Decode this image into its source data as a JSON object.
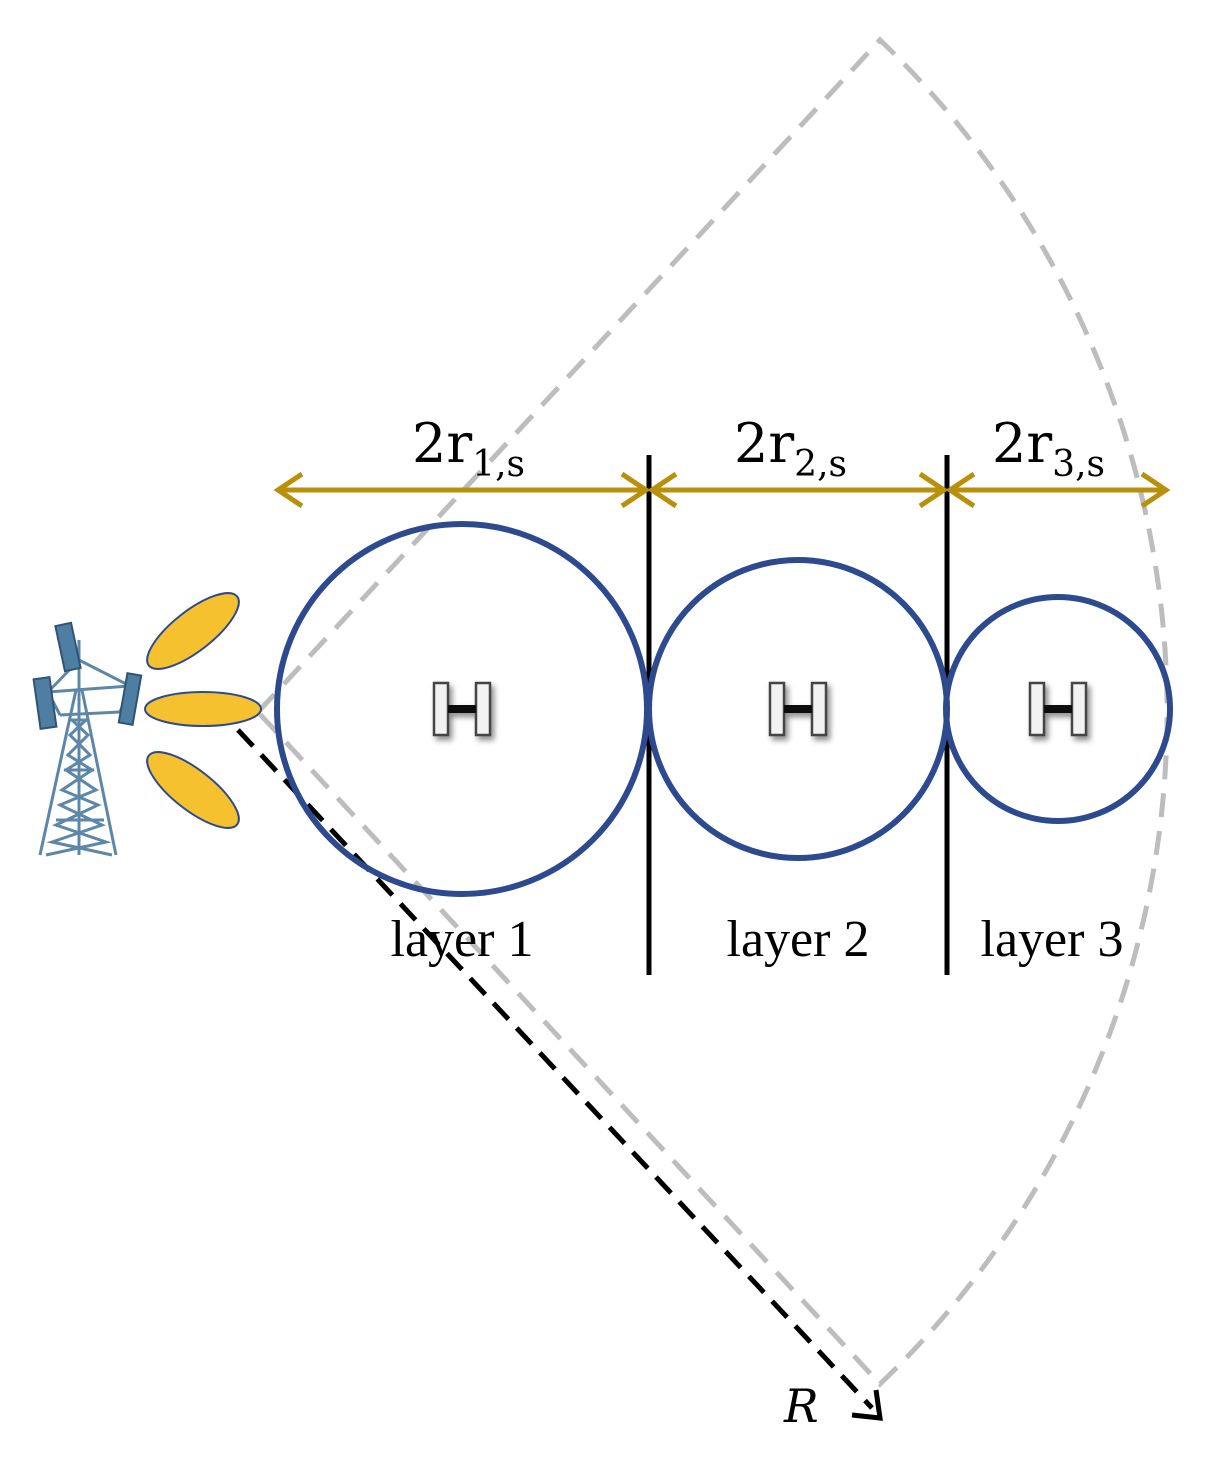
{
  "colors": {
    "sector": "#bdbdbd",
    "circle": "#2e4a8f",
    "arrow": "#b8900c",
    "divider": "#000000",
    "beam_fill": "#f6c12e",
    "beam_stroke": "#2e4a8f",
    "tower": "#5d87a8",
    "radius_arrow": "#000000"
  },
  "icons": {
    "tower": "cell-tower-icon",
    "hotspot": "hospital-h-icon",
    "beam": "antenna-beam-icon"
  },
  "layers": [
    {
      "name": "layer 1",
      "width_label": {
        "base": "2r",
        "sub": "1,s"
      }
    },
    {
      "name": "layer 2",
      "width_label": {
        "base": "2r",
        "sub": "2,s"
      }
    },
    {
      "name": "layer 3",
      "width_label": {
        "base": "2r",
        "sub": "3,s"
      }
    }
  ],
  "radius_label": "R",
  "hotspot_glyph": "H"
}
